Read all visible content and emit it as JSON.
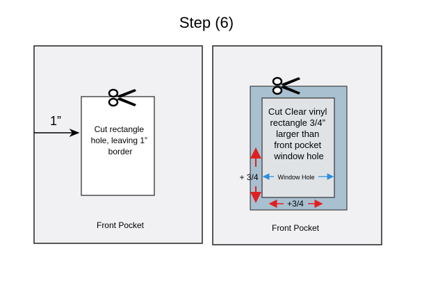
{
  "title": "Step (6)",
  "left_panel": {
    "measure_label": "1”",
    "instruction_lines": [
      "Cut rectangle",
      "hole, leaving 1”",
      "border"
    ],
    "caption": "Front Pocket",
    "icon": "scissors-icon"
  },
  "right_panel": {
    "instruction_lines": [
      "Cut Clear vinyl",
      "rectangle 3/4”",
      "larger than",
      "front pocket",
      "window hole"
    ],
    "window_label": "Window Hole",
    "vertical_label": "+ 3/4",
    "horizontal_label": "+3/4",
    "caption": "Front Pocket",
    "icon": "scissors-icon"
  },
  "colors": {
    "vinyl": "#a9c0d0",
    "window": "#dfe3e6",
    "panel": "#f1f0f3",
    "red_arrow": "#e02020",
    "blue_arrow": "#2a8ee0"
  }
}
